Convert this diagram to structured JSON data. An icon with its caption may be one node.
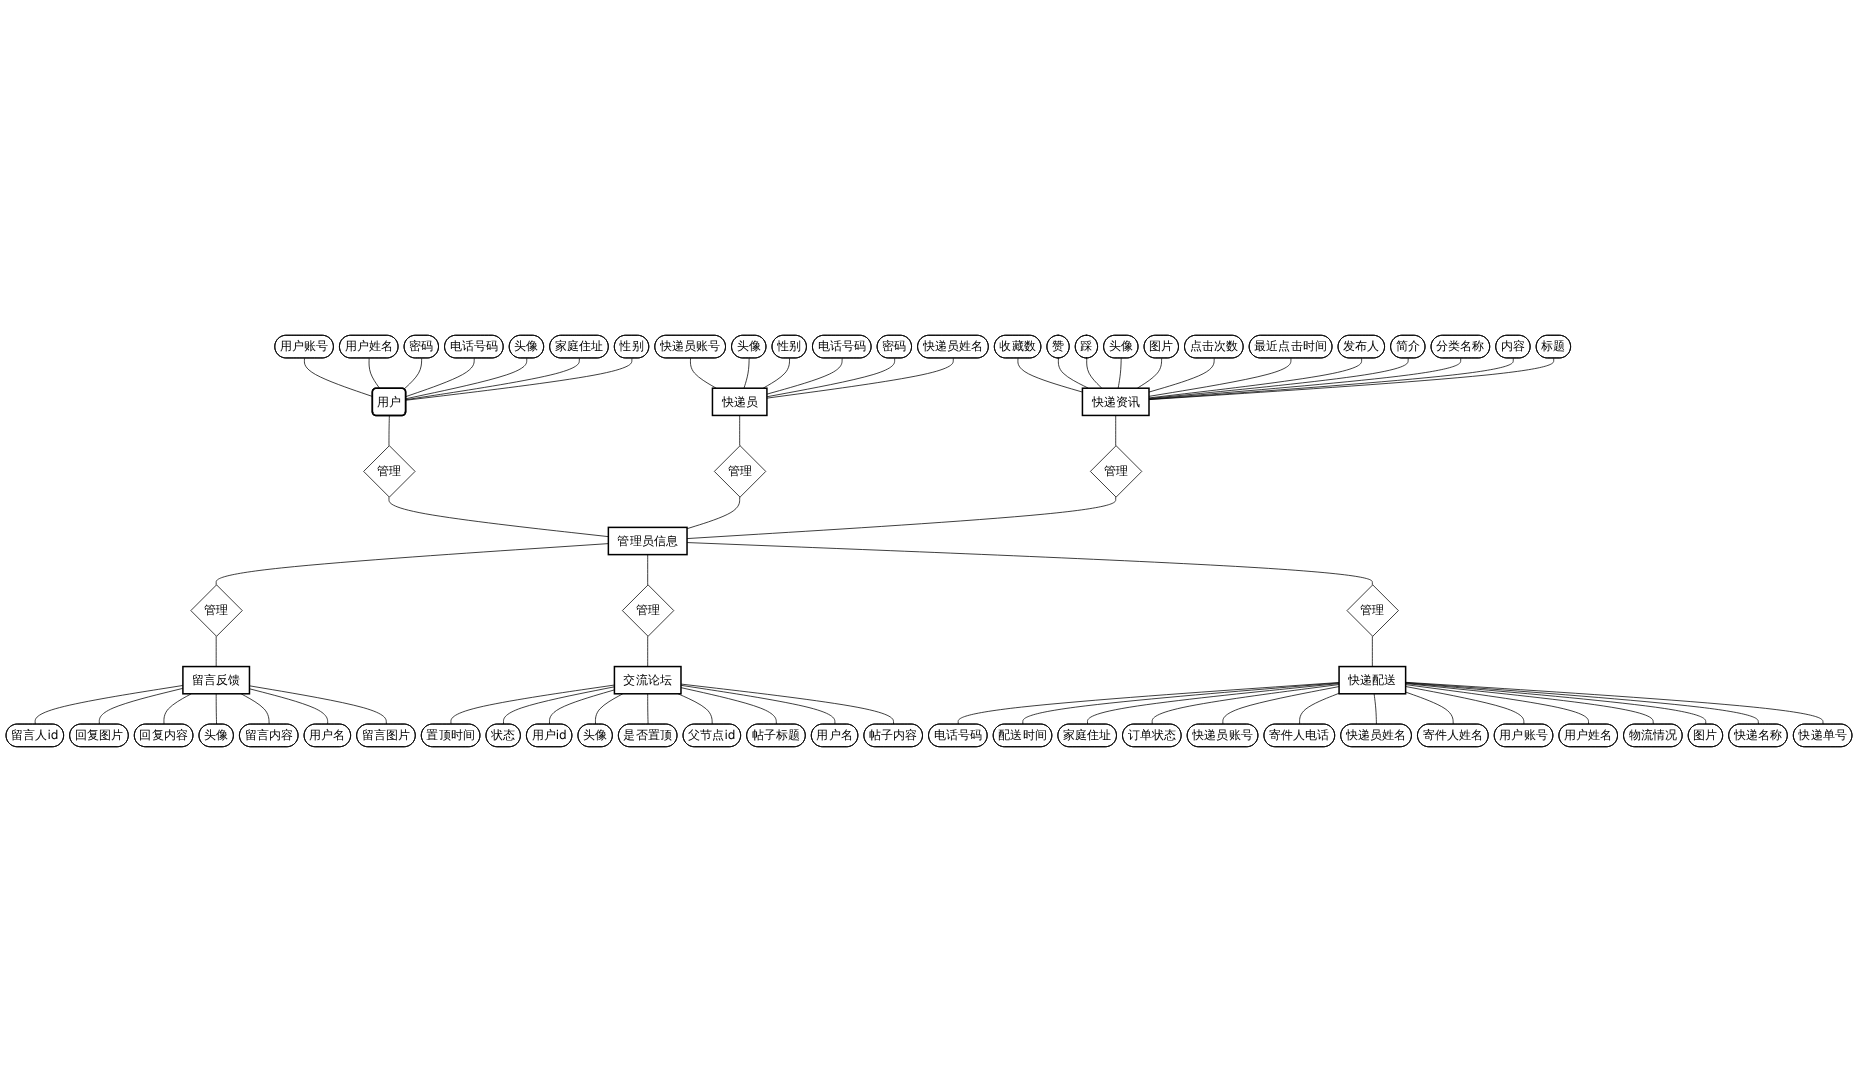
{
  "diagram": {
    "nodes": [
      {
        "text": [
          "用户账号"
        ]
      },
      {
        "text": [
          "用户姓名"
        ]
      },
      {
        "text": [
          "密码"
        ]
      },
      {
        "text": [
          "电话号码"
        ]
      },
      {
        "text": [
          "用户"
        ]
      },
      {
        "text": [
          "头像"
        ]
      },
      {
        "text": [
          "家庭住址"
        ]
      },
      {
        "text": [
          "性别"
        ]
      },
      {
        "text": [
          "管理"
        ]
      },
      {
        "text": [
          "快递员账号"
        ]
      },
      {
        "text": [
          "头像"
        ]
      },
      {
        "text": [
          "性别"
        ]
      },
      {
        "text": [
          "快递员"
        ]
      },
      {
        "text": [
          "管理"
        ]
      },
      {
        "text": [
          "电话号码"
        ]
      },
      {
        "text": [
          "密码"
        ]
      },
      {
        "text": [
          "快递员姓名"
        ]
      },
      {
        "text": [
          "留言人id"
        ]
      },
      {
        "text": [
          "回复图片"
        ]
      },
      {
        "text": [
          "回复内容"
        ]
      },
      {
        "text": [
          "管理"
        ]
      },
      {
        "text": [
          "留言反馈"
        ]
      },
      {
        "text": [
          "头像"
        ]
      },
      {
        "text": [
          "留言内容"
        ]
      },
      {
        "text": [
          "用户名"
        ]
      },
      {
        "text": [
          "留言图片"
        ]
      },
      {
        "text": [
          "管理员信息"
        ]
      },
      {
        "text": [
          "收藏数"
        ]
      },
      {
        "text": [
          "赞"
        ]
      },
      {
        "text": [
          "踩"
        ]
      },
      {
        "text": [
          "头像"
        ]
      },
      {
        "text": [
          "图片"
        ]
      },
      {
        "text": [
          "点击次数"
        ]
      },
      {
        "text": [
          "最近点击时间"
        ]
      },
      {
        "text": [
          "快递资讯"
        ]
      },
      {
        "text": [
          "管理"
        ]
      },
      {
        "text": [
          "发布人"
        ]
      },
      {
        "text": [
          "简介"
        ]
      },
      {
        "text": [
          "分类名称"
        ]
      },
      {
        "text": [
          "内容"
        ]
      },
      {
        "text": [
          "标题"
        ]
      },
      {
        "text": [
          "置顶时间"
        ]
      },
      {
        "text": [
          "状态"
        ]
      },
      {
        "text": [
          "用户id"
        ]
      },
      {
        "text": [
          "头像"
        ]
      },
      {
        "text": [
          "管理"
        ]
      },
      {
        "text": [
          "交流论坛"
        ]
      },
      {
        "text": [
          "是否置顶"
        ]
      },
      {
        "text": [
          "父节点id"
        ]
      },
      {
        "text": [
          "帖子标题"
        ]
      },
      {
        "text": [
          "用户名"
        ]
      },
      {
        "text": [
          "帖子内容"
        ]
      },
      {
        "text": [
          "管理"
        ]
      },
      {
        "text": [
          "电话号码"
        ]
      },
      {
        "text": [
          "配送时间"
        ]
      },
      {
        "text": [
          "家庭住址"
        ]
      },
      {
        "text": [
          "快递配送"
        ]
      },
      {
        "text": [
          "订单状态"
        ]
      },
      {
        "text": [
          "快递员账号"
        ]
      },
      {
        "text": [
          "寄件人电话"
        ]
      },
      {
        "text": [
          "快递员姓名"
        ]
      },
      {
        "text": [
          "寄件人姓名"
        ]
      },
      {
        "text": [
          "用户账号"
        ]
      },
      {
        "text": [
          "用户姓名"
        ]
      },
      {
        "text": [
          "物流情况"
        ]
      },
      {
        "text": [
          "图片"
        ]
      },
      {
        "text": [
          "快递名称"
        ]
      },
      {
        "text": [
          "快递单号"
        ]
      }
    ],
    "edges": [
      {
        "from": 0,
        "to": 4,
        "arrow": "none"
      },
      {
        "from": 1,
        "to": 4,
        "arrow": "none"
      },
      {
        "from": 2,
        "to": 4,
        "arrow": "none"
      },
      {
        "from": 3,
        "to": 4,
        "arrow": "none"
      },
      {
        "from": 5,
        "to": 4,
        "arrow": "none"
      },
      {
        "from": 6,
        "to": 4,
        "arrow": "none"
      },
      {
        "from": 7,
        "to": 4,
        "arrow": "none"
      },
      {
        "from": 4,
        "to": 8,
        "arrow": "none"
      },
      {
        "from": 8,
        "to": 26,
        "arrow": "none"
      },
      {
        "from": 9,
        "to": 12,
        "arrow": "none"
      },
      {
        "from": 10,
        "to": 12,
        "arrow": "none"
      },
      {
        "from": 11,
        "to": 12,
        "arrow": "none"
      },
      {
        "from": 14,
        "to": 12,
        "arrow": "none"
      },
      {
        "from": 15,
        "to": 12,
        "arrow": "none"
      },
      {
        "from": 16,
        "to": 12,
        "arrow": "none"
      },
      {
        "from": 12,
        "to": 13,
        "arrow": "none"
      },
      {
        "from": 13,
        "to": 26,
        "arrow": "none"
      },
      {
        "from": 27,
        "to": 34,
        "arrow": "none"
      },
      {
        "from": 28,
        "to": 34,
        "arrow": "none"
      },
      {
        "from": 29,
        "to": 34,
        "arrow": "none"
      },
      {
        "from": 30,
        "to": 34,
        "arrow": "none"
      },
      {
        "from": 31,
        "to": 34,
        "arrow": "none"
      },
      {
        "from": 32,
        "to": 34,
        "arrow": "none"
      },
      {
        "from": 33,
        "to": 34,
        "arrow": "none"
      },
      {
        "from": 36,
        "to": 34,
        "arrow": "none"
      },
      {
        "from": 37,
        "to": 34,
        "arrow": "none"
      },
      {
        "from": 38,
        "to": 34,
        "arrow": "none"
      },
      {
        "from": 39,
        "to": 34,
        "arrow": "none"
      },
      {
        "from": 40,
        "to": 34,
        "arrow": "none"
      },
      {
        "from": 34,
        "to": 35,
        "arrow": "none"
      },
      {
        "from": 35,
        "to": 26,
        "arrow": "none"
      },
      {
        "from": 26,
        "to": 20,
        "arrow": "none"
      },
      {
        "from": 20,
        "to": 21,
        "arrow": "none"
      },
      {
        "from": 21,
        "to": 17,
        "arrow": "none"
      },
      {
        "from": 21,
        "to": 18,
        "arrow": "none"
      },
      {
        "from": 21,
        "to": 19,
        "arrow": "none"
      },
      {
        "from": 21,
        "to": 22,
        "arrow": "none"
      },
      {
        "from": 21,
        "to": 23,
        "arrow": "none"
      },
      {
        "from": 21,
        "to": 24,
        "arrow": "none"
      },
      {
        "from": 21,
        "to": 25,
        "arrow": "none"
      },
      {
        "from": 26,
        "to": 45,
        "arrow": "none"
      },
      {
        "from": 45,
        "to": 46,
        "arrow": "none"
      },
      {
        "from": 46,
        "to": 41,
        "arrow": "none"
      },
      {
        "from": 46,
        "to": 42,
        "arrow": "none"
      },
      {
        "from": 46,
        "to": 43,
        "arrow": "none"
      },
      {
        "from": 46,
        "to": 44,
        "arrow": "none"
      },
      {
        "from": 46,
        "to": 47,
        "arrow": "none"
      },
      {
        "from": 46,
        "to": 48,
        "arrow": "none"
      },
      {
        "from": 46,
        "to": 49,
        "arrow": "none"
      },
      {
        "from": 46,
        "to": 50,
        "arrow": "none"
      },
      {
        "from": 46,
        "to": 51,
        "arrow": "none"
      },
      {
        "from": 26,
        "to": 52,
        "arrow": "none"
      },
      {
        "from": 52,
        "to": 56,
        "arrow": "none"
      },
      {
        "from": 56,
        "to": 53,
        "arrow": "none"
      },
      {
        "from": 56,
        "to": 54,
        "arrow": "none"
      },
      {
        "from": 56,
        "to": 55,
        "arrow": "none"
      },
      {
        "from": 56,
        "to": 57,
        "arrow": "none"
      },
      {
        "from": 56,
        "to": 58,
        "arrow": "none"
      },
      {
        "from": 56,
        "to": 59,
        "arrow": "none"
      },
      {
        "from": 56,
        "to": 60,
        "arrow": "none"
      },
      {
        "from": 56,
        "to": 61,
        "arrow": "none"
      },
      {
        "from": 56,
        "to": 62,
        "arrow": "none"
      },
      {
        "from": 56,
        "to": 63,
        "arrow": "none"
      },
      {
        "from": 56,
        "to": 64,
        "arrow": "none"
      },
      {
        "from": 56,
        "to": 65,
        "arrow": "none"
      },
      {
        "from": 56,
        "to": 66,
        "arrow": "none"
      },
      {
        "from": 56,
        "to": 67,
        "arrow": "none"
      }
    ]
  }
}
